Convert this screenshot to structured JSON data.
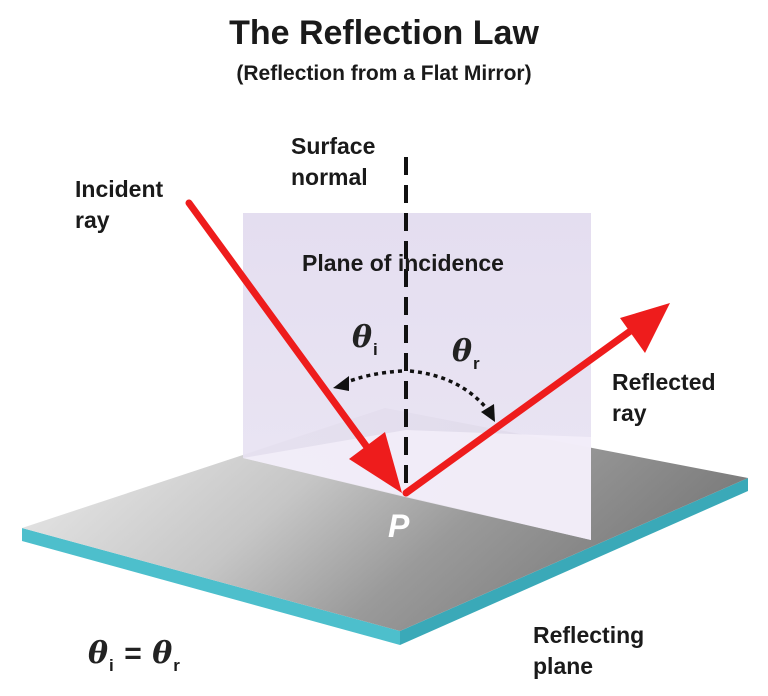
{
  "title": "The Reflection Law",
  "subtitle": "(Reflection from a Flat Mirror)",
  "labels": {
    "surface_normal_line1": "Surface",
    "surface_normal_line2": "normal",
    "incident_ray_line1": "Incident",
    "incident_ray_line2": "ray",
    "plane_of_incidence": "Plane of incidence",
    "reflected_ray_line1": "Reflected",
    "reflected_ray_line2": "ray",
    "reflecting_plane_line1": "Reflecting",
    "reflecting_plane_line2": "plane",
    "point": "P"
  },
  "angles": {
    "theta_symbol": "θ",
    "incident_sub": "i",
    "reflected_sub": "r",
    "equation_equals": "="
  },
  "colors": {
    "ray": "#ee1c1c",
    "plane_of_incidence": "#e4def0",
    "mirror_edge": "#4dbfcc",
    "mirror_surface_light": "#e8e8e8",
    "mirror_surface_dark": "#8a8a8a"
  }
}
